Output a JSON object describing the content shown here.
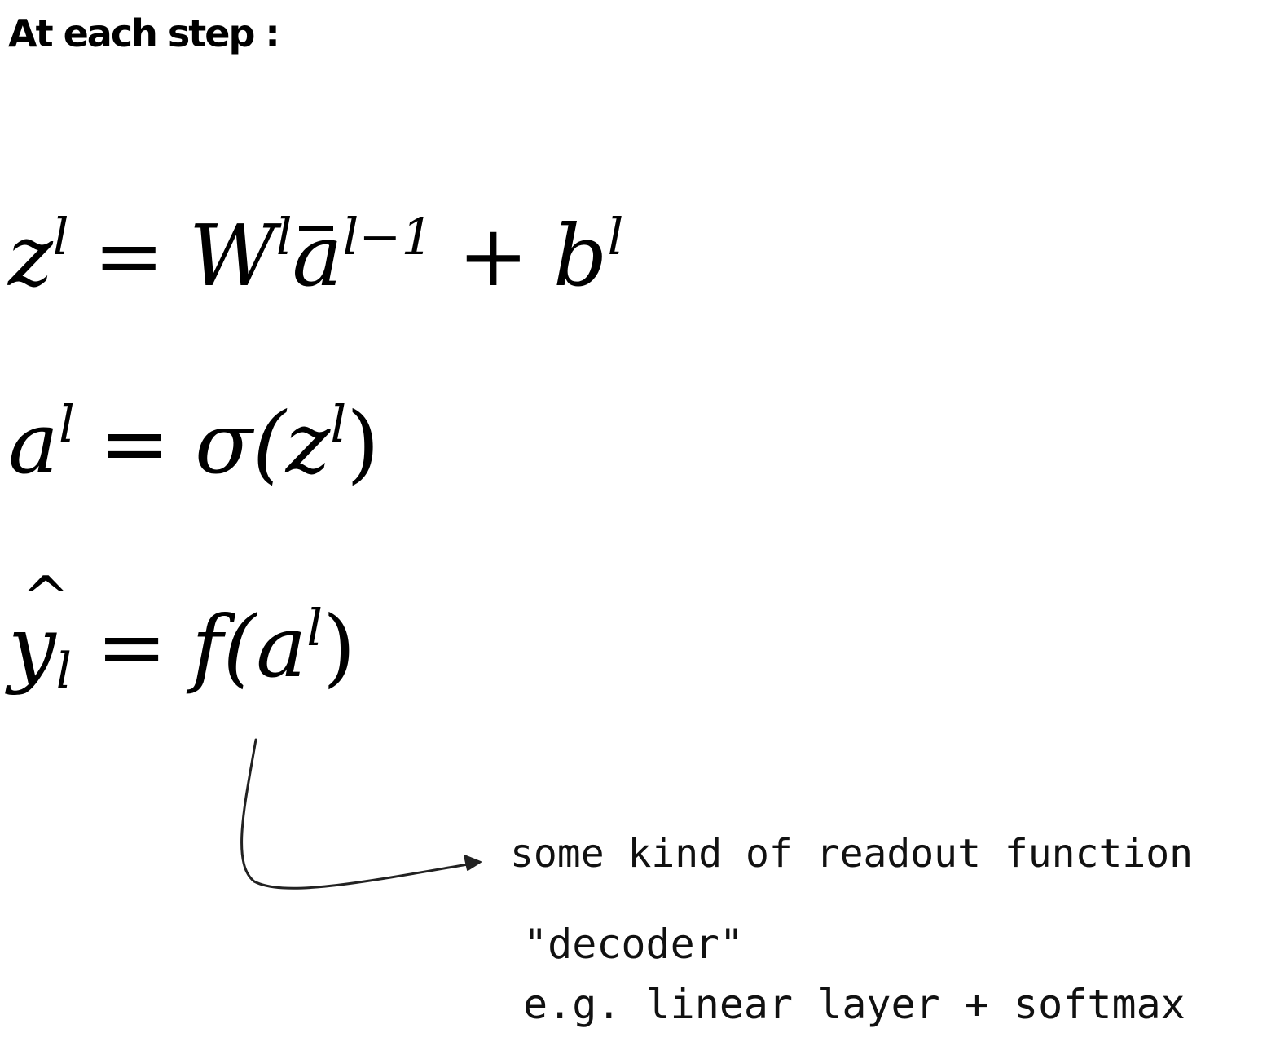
{
  "heading": "At each step :",
  "equations": {
    "eq1": {
      "z": "z",
      "z_sup": "l",
      "eq": "=",
      "W": "W",
      "W_sup": "l",
      "a": "a",
      "a_sup": "l−1",
      "plus": "+",
      "b": "b",
      "b_sup": "l"
    },
    "eq2": {
      "a": "a",
      "a_sup": "l",
      "eq": "=",
      "sigma": "σ(",
      "z": "z",
      "z_sup": "l",
      "close": ")"
    },
    "eq3": {
      "y": "y",
      "y_sub": "l",
      "eq": "=",
      "f": "f(",
      "a": "a",
      "a_sup": "l",
      "close": ")"
    }
  },
  "annotations": {
    "readout": "some kind of readout function",
    "decoder": "\"decoder\"",
    "example": "e.g. linear layer + softmax"
  }
}
